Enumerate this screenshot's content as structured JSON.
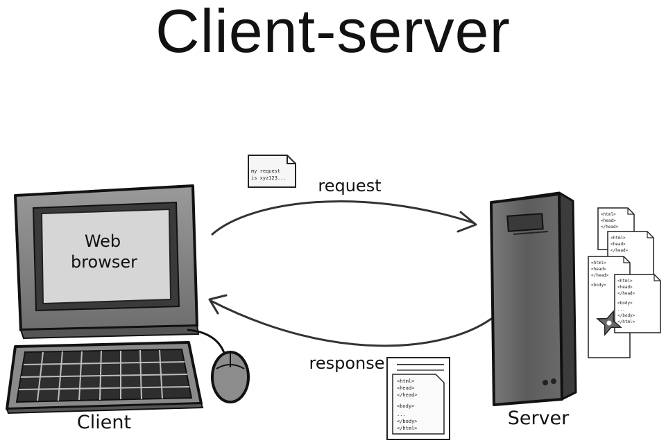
{
  "title": "Client-server",
  "client": {
    "screen_line1": "Web",
    "screen_line2": "browser",
    "label": "Client"
  },
  "server": {
    "label": "Server"
  },
  "arrows": {
    "request_label": "request",
    "response_label": "response"
  },
  "request_note": {
    "line1": "my request",
    "line2": "is xyz123..."
  },
  "html_doc": {
    "lines": [
      "<html>",
      "<head>",
      "</head>",
      "<body>",
      "...",
      "</body>",
      "</html>"
    ]
  }
}
